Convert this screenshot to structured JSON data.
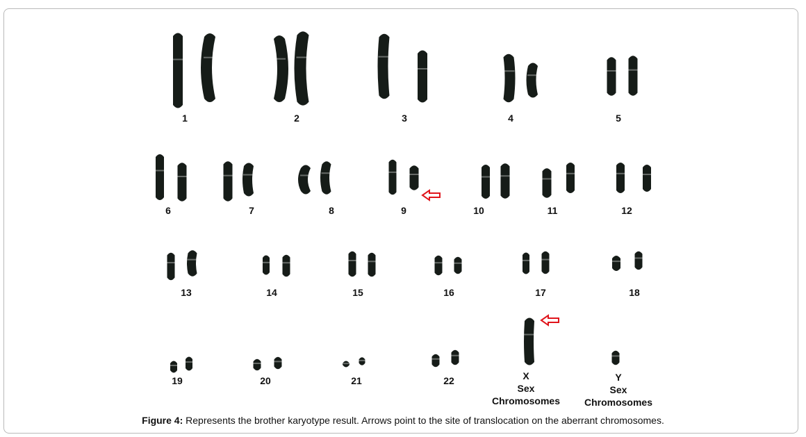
{
  "figure": {
    "caption_label": "Figure 4:",
    "caption_text": " Represents the brother karyotype result. Arrows point to the site of translocation on the aberrant chromosomes.",
    "arrow_color": "#e0141b",
    "chromosome_color": "#161c18"
  },
  "pairs": [
    {
      "label": "1"
    },
    {
      "label": "2"
    },
    {
      "label": "3"
    },
    {
      "label": "4"
    },
    {
      "label": "5"
    },
    {
      "label": "6"
    },
    {
      "label": "7"
    },
    {
      "label": "8"
    },
    {
      "label": "9"
    },
    {
      "label": "10"
    },
    {
      "label": "11"
    },
    {
      "label": "12"
    },
    {
      "label": "13"
    },
    {
      "label": "14"
    },
    {
      "label": "15"
    },
    {
      "label": "16"
    },
    {
      "label": "17"
    },
    {
      "label": "18"
    },
    {
      "label": "19"
    },
    {
      "label": "20"
    },
    {
      "label": "21"
    },
    {
      "label": "22"
    }
  ],
  "sex_chromosomes": [
    {
      "label": "X",
      "sub1": "Sex",
      "sub2": "Chromosomes",
      "aberrant": true
    },
    {
      "label": "Y",
      "sub1": "Sex",
      "sub2": "Chromosomes",
      "aberrant": false
    }
  ],
  "aberrant_pairs": [
    "9"
  ]
}
